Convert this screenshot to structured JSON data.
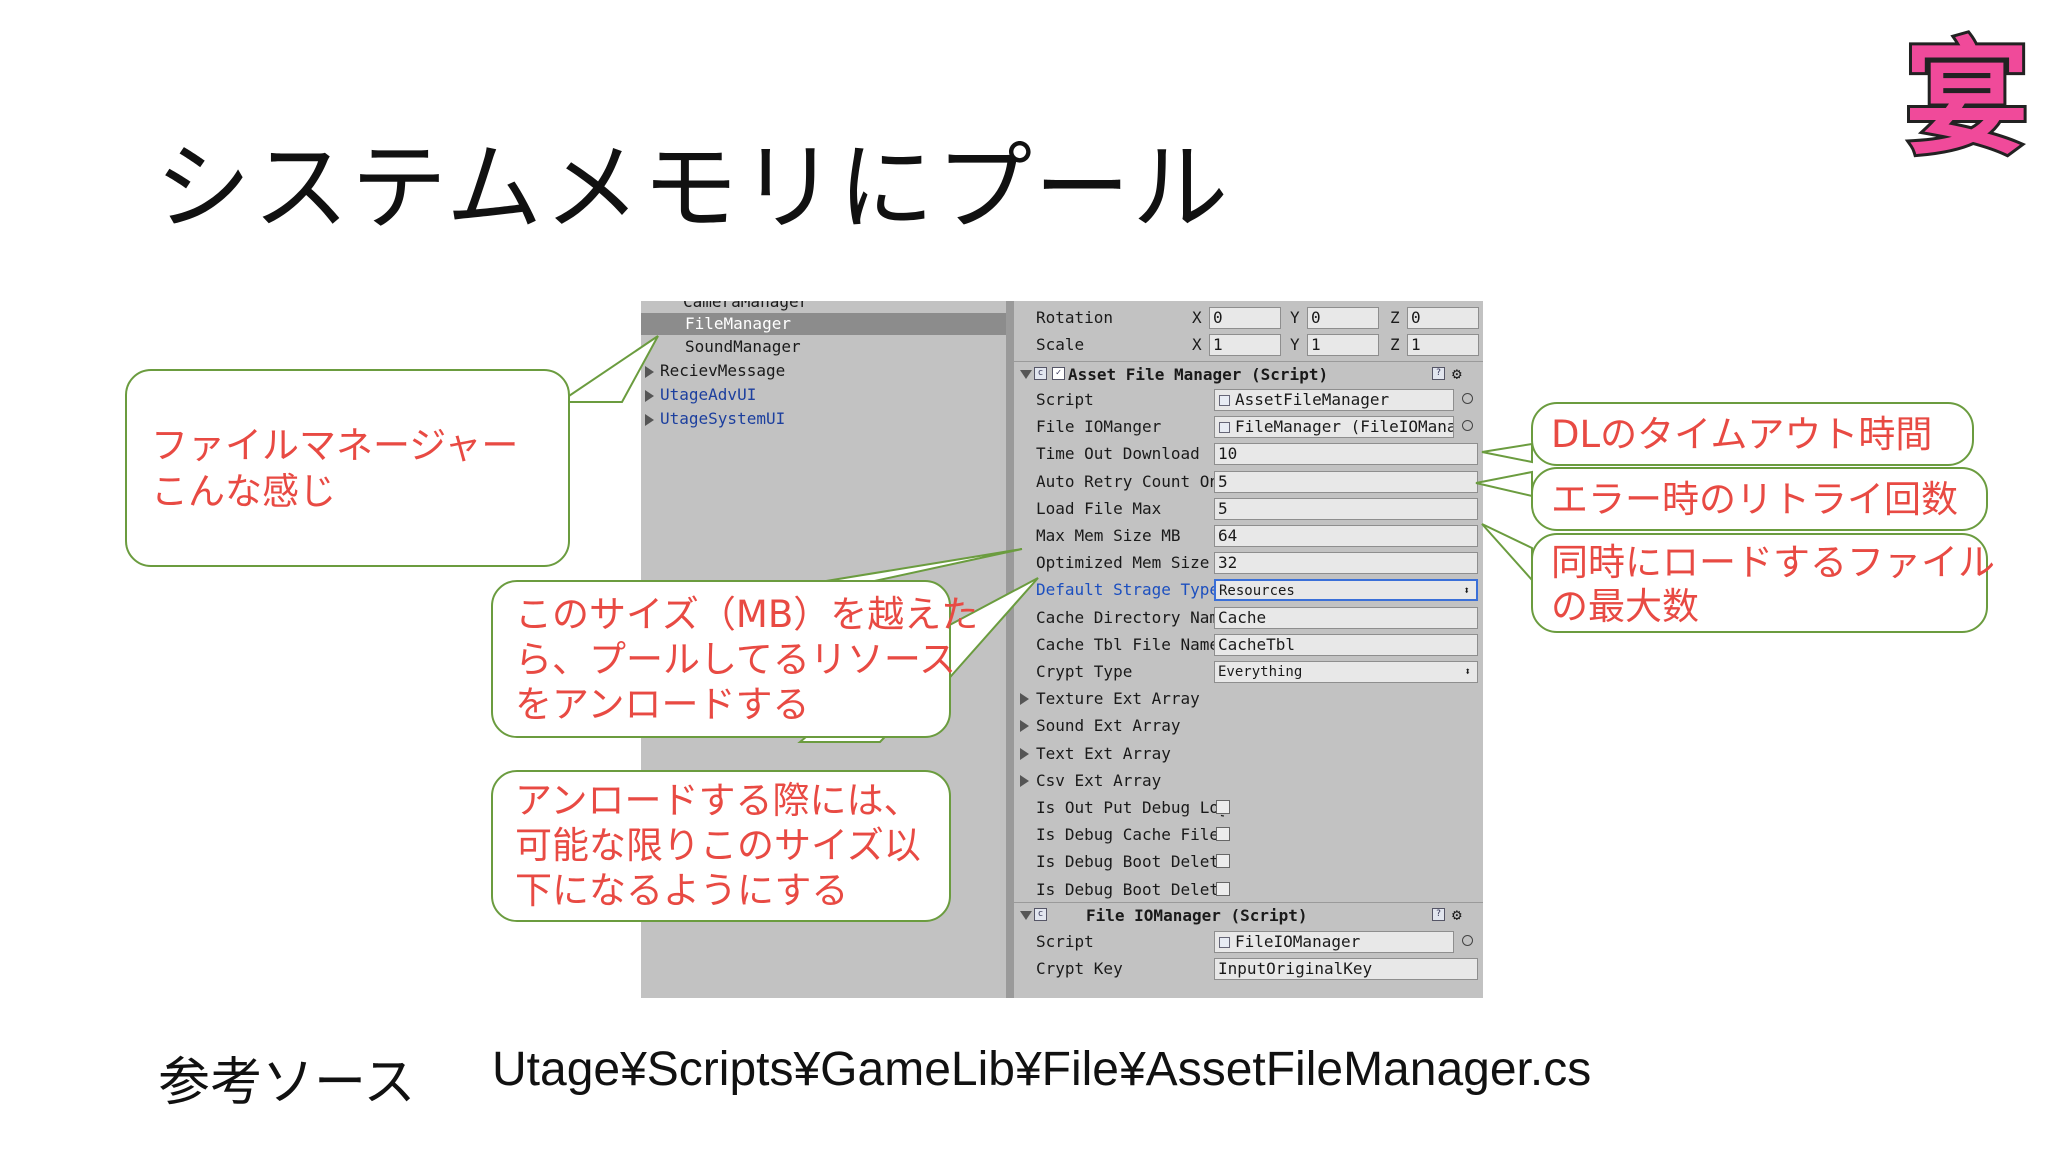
{
  "slide": {
    "title": "システムメモリにプール",
    "footer_label": "参考ソース",
    "footer_path": "Utage¥Scripts¥GameLib¥File¥AssetFileManager.cs",
    "logo_char": "宴"
  },
  "hierarchy": {
    "items": [
      {
        "label": "CameraManager",
        "selected": false,
        "expandable": false,
        "indent": 1,
        "link": false
      },
      {
        "label": "FileManager",
        "selected": true,
        "expandable": false,
        "indent": 1,
        "link": false
      },
      {
        "label": "SoundManager",
        "selected": false,
        "expandable": false,
        "indent": 1,
        "link": false
      },
      {
        "label": "RecievMessage",
        "selected": false,
        "expandable": true,
        "indent": 0,
        "link": false
      },
      {
        "label": "UtageAdvUI",
        "selected": false,
        "expandable": true,
        "indent": 0,
        "link": true
      },
      {
        "label": "UtageSystemUI",
        "selected": false,
        "expandable": true,
        "indent": 0,
        "link": true
      }
    ]
  },
  "inspector": {
    "transform": {
      "rotation": {
        "label": "Rotation",
        "x": "0",
        "y": "0",
        "z": "0"
      },
      "scale": {
        "label": "Scale",
        "x": "1",
        "y": "1",
        "z": "1"
      },
      "axis": {
        "x": "X",
        "y": "Y",
        "z": "Z"
      }
    },
    "asset_file_manager": {
      "title": "Asset File Manager (Script)",
      "fields": [
        {
          "label": "Script",
          "value": "AssetFileManager",
          "kind": "object"
        },
        {
          "label": "File IOManger",
          "value": "FileManager (FileIOManag",
          "kind": "object"
        },
        {
          "label": "Time Out Download",
          "value": "10",
          "kind": "text"
        },
        {
          "label": "Auto Retry Count On",
          "value": "5",
          "kind": "text"
        },
        {
          "label": "Load File Max",
          "value": "5",
          "kind": "text"
        },
        {
          "label": "Max Mem Size MB",
          "value": "64",
          "kind": "text"
        },
        {
          "label": "Optimized Mem Size",
          "value": "32",
          "kind": "text"
        },
        {
          "label": "Default Strage Type",
          "value": "Resources",
          "kind": "dropdown-selected"
        },
        {
          "label": "Cache Directory Name",
          "value": "Cache",
          "kind": "text"
        },
        {
          "label": "Cache Tbl File Name",
          "value": "CacheTbl",
          "kind": "text"
        },
        {
          "label": "Crypt Type",
          "value": "Everything",
          "kind": "dropdown"
        },
        {
          "label": "Texture Ext Array",
          "value": "",
          "kind": "foldout"
        },
        {
          "label": "Sound Ext Array",
          "value": "",
          "kind": "foldout"
        },
        {
          "label": "Text Ext Array",
          "value": "",
          "kind": "foldout"
        },
        {
          "label": "Csv Ext Array",
          "value": "",
          "kind": "foldout"
        },
        {
          "label": "Is Out Put Debug Log",
          "value": "",
          "kind": "checkbox"
        },
        {
          "label": "Is Debug Cache File",
          "value": "",
          "kind": "checkbox"
        },
        {
          "label": "Is Debug Boot Delete",
          "value": "",
          "kind": "checkbox"
        },
        {
          "label": "Is Debug Boot Delete",
          "value": "",
          "kind": "checkbox"
        }
      ]
    },
    "file_io_manager": {
      "title": "File IOManager (Script)",
      "fields": [
        {
          "label": "Script",
          "value": "FileIOManager",
          "kind": "object"
        },
        {
          "label": "Crypt Key",
          "value": "InputOriginalKey",
          "kind": "text"
        }
      ]
    }
  },
  "callouts": {
    "file_manager": [
      "ファイルマネージャー",
      "こんな感じ"
    ],
    "max_mem": [
      "このサイズ（MB）を越えた",
      "ら、プールしてるリソース",
      "をアンロードする"
    ],
    "optimized": [
      "アンロードする際には、",
      "可能な限りこのサイズ以",
      "下になるようにする"
    ],
    "timeout": [
      "DLのタイムアウト時間"
    ],
    "retry": [
      "エラー時のリトライ回数"
    ],
    "load_max": [
      "同時にロードするファイル",
      "の最大数"
    ]
  },
  "colors": {
    "callout_text": "#e84a43",
    "callout_border": "#6b9c3f",
    "panel_bg": "#c2c2c2",
    "logo_fill": "#f04a9a"
  }
}
